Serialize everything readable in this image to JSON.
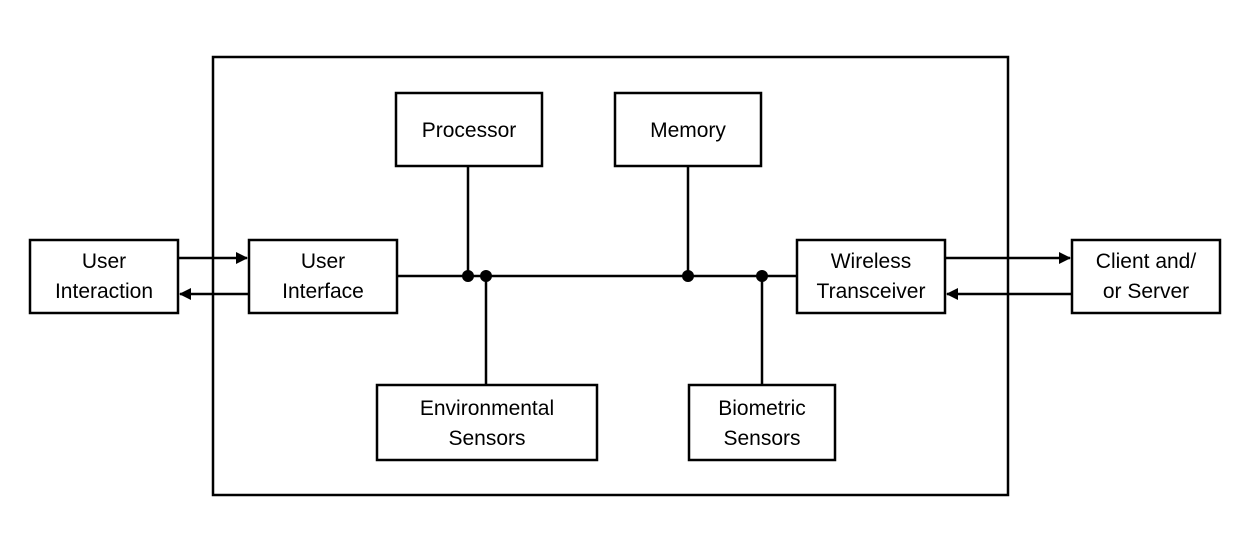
{
  "diagram": {
    "outer_boundary": "device-enclosure",
    "nodes": {
      "user_interaction": [
        "User",
        "Interaction"
      ],
      "user_interface": [
        "User",
        "Interface"
      ],
      "processor": [
        "Processor"
      ],
      "memory": [
        "Memory"
      ],
      "environmental_sensors": [
        "Environmental",
        "Sensors"
      ],
      "biometric_sensors": [
        "Biometric",
        "Sensors"
      ],
      "wireless_transceiver": [
        "Wireless",
        "Transceiver"
      ],
      "client_server": [
        "Client and/",
        "or Server"
      ]
    },
    "edges": [
      {
        "from": "user_interaction",
        "to": "user_interface",
        "type": "arrow"
      },
      {
        "from": "user_interface",
        "to": "user_interaction",
        "type": "arrow"
      },
      {
        "from": "user_interface",
        "to": "bus",
        "type": "line"
      },
      {
        "from": "processor",
        "to": "bus",
        "type": "line"
      },
      {
        "from": "environmental_sensors",
        "to": "bus",
        "type": "line"
      },
      {
        "from": "memory",
        "to": "bus",
        "type": "line"
      },
      {
        "from": "biometric_sensors",
        "to": "bus",
        "type": "line"
      },
      {
        "from": "bus",
        "to": "wireless_transceiver",
        "type": "line"
      },
      {
        "from": "wireless_transceiver",
        "to": "client_server",
        "type": "arrow"
      },
      {
        "from": "client_server",
        "to": "wireless_transceiver",
        "type": "arrow"
      }
    ]
  }
}
